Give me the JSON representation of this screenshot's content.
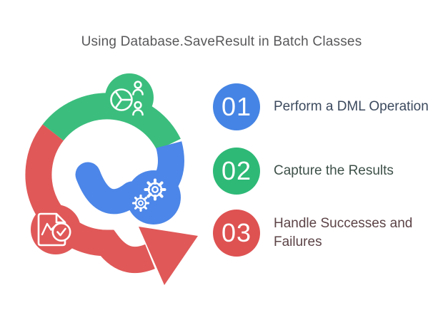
{
  "title": "Using Database.SaveResult in Batch Classes",
  "diagram": {
    "name": "circular-process-arrow",
    "segment_colors": {
      "green": "#3BBE7D",
      "blue": "#4C86E8",
      "red": "#E05858"
    },
    "icon_names": [
      "pie-chart-people-icon",
      "gears-icon",
      "document-check-icon"
    ]
  },
  "steps": [
    {
      "number": "01",
      "label": "Perform a DML Operation",
      "badge_color": "#4584E4",
      "text_color": "#3C4A5E"
    },
    {
      "number": "02",
      "label": "Capture the Results",
      "badge_color": "#2EB977",
      "text_color": "#3E5149"
    },
    {
      "number": "03",
      "label": "Handle Successes and Failures",
      "badge_color": "#DE5252",
      "text_color": "#5C4347"
    }
  ]
}
